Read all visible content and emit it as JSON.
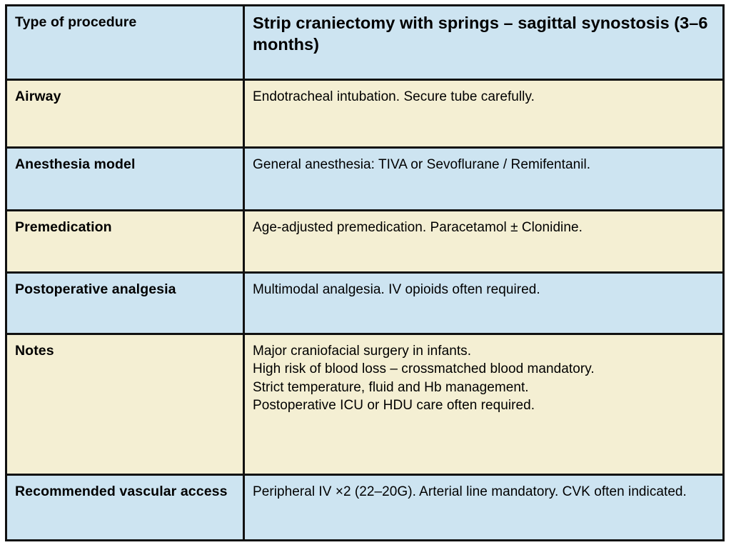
{
  "document": {
    "type": "anesthesia-procedure-reference-table",
    "colors": {
      "row_blue": "#cde4f1",
      "row_cream": "#f4efd3",
      "border": "#111111",
      "text": "#000000",
      "page_background": "#ffffff"
    }
  },
  "table": {
    "header": {
      "label": "Type of procedure",
      "value": "Strip craniectomy with springs – sagittal synostosis (3–6 months)"
    },
    "rows": [
      {
        "id": "airway",
        "label": "Airway",
        "value": "Endotracheal intubation. Secure tube carefully.",
        "tint": "cream"
      },
      {
        "id": "anesthesia-model",
        "label": "Anesthesia model",
        "value": "General anesthesia: TIVA or Sevoflurane / Remifentanil.",
        "tint": "blue"
      },
      {
        "id": "premedication",
        "label": "Premedication",
        "value": "Age-adjusted premedication. Paracetamol ± Clonidine.",
        "tint": "cream"
      },
      {
        "id": "postoperative-analgesia",
        "label": "Postoperative analgesia",
        "value": "Multimodal analgesia. IV opioids often required.",
        "tint": "blue"
      },
      {
        "id": "notes",
        "label": "Notes",
        "value_lines": [
          "Major craniofacial surgery in infants.",
          "High risk of blood loss – crossmatched blood mandatory.",
          "Strict temperature, fluid and Hb management.",
          "Postoperative ICU or HDU care often required."
        ],
        "tint": "cream"
      },
      {
        "id": "recommended-vascular-access",
        "label": "Recommended vascular access",
        "value": "Peripheral IV ×2 (22–20G). Arterial line mandatory. CVK often indicated.",
        "tint": "blue"
      }
    ]
  }
}
